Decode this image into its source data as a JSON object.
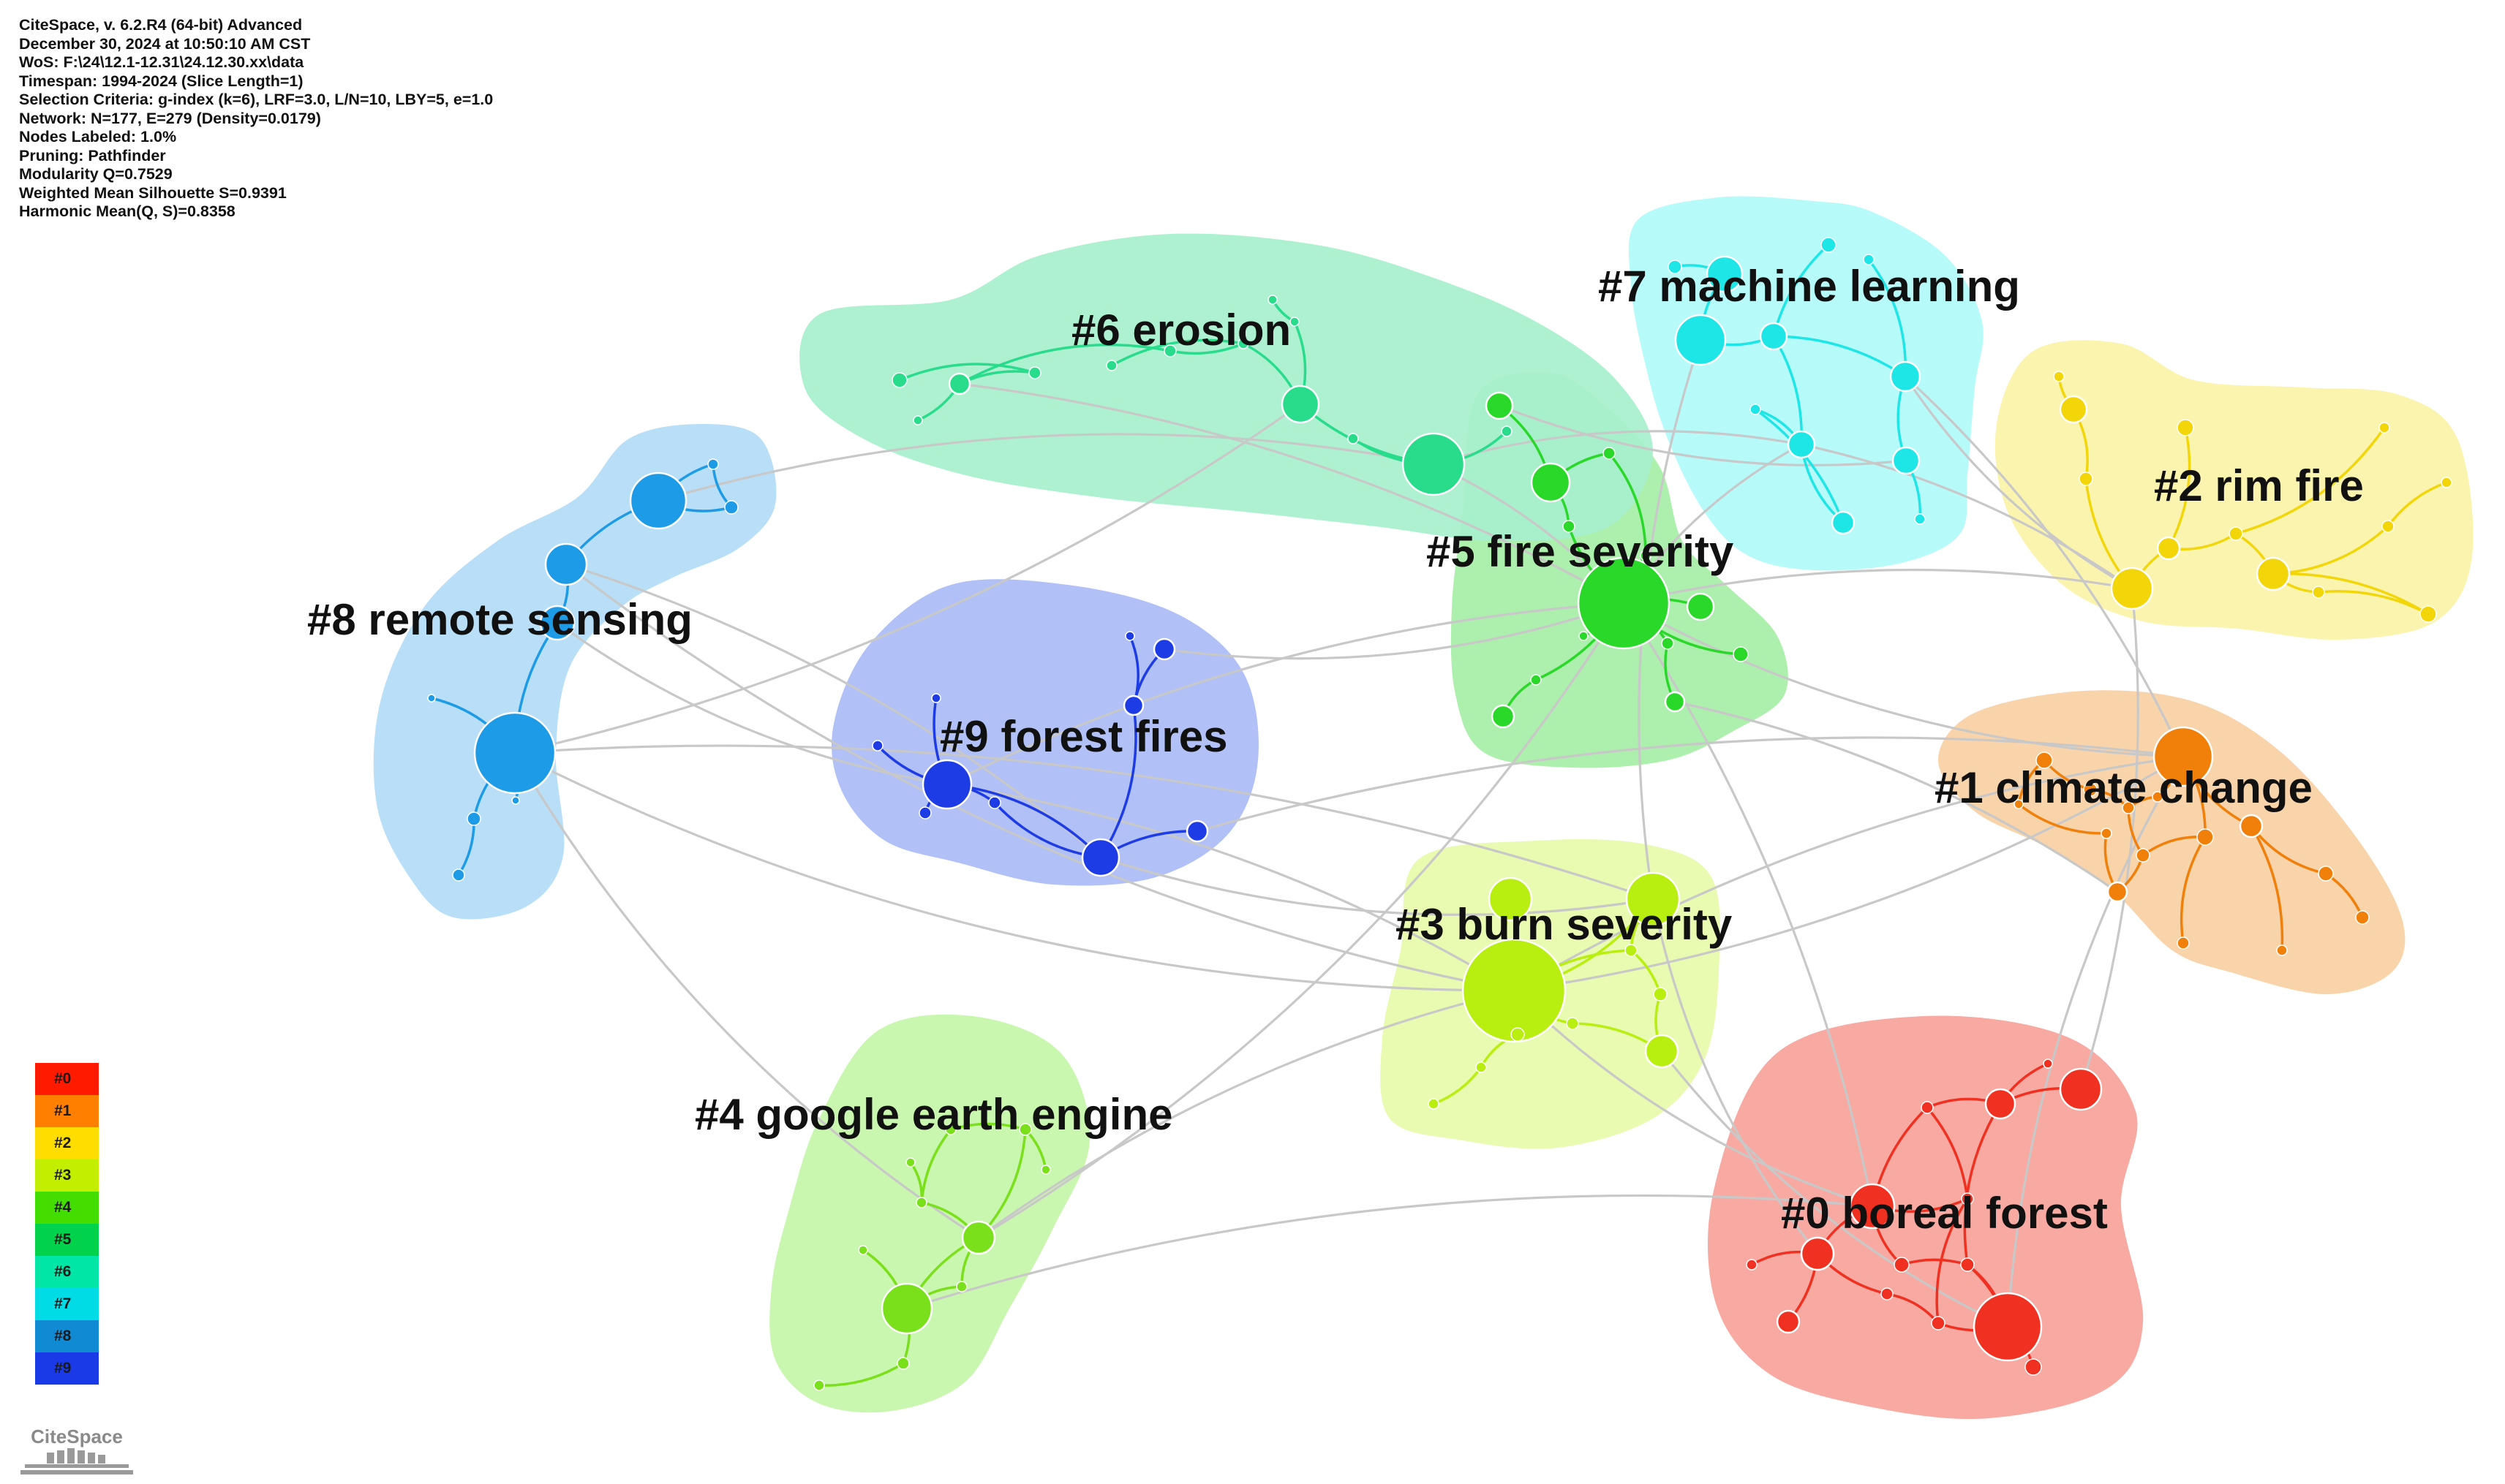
{
  "info_lines": [
    "CiteSpace, v. 6.2.R4 (64-bit) Advanced",
    "December 30, 2024 at 10:50:10 AM CST",
    "WoS: F:\\24\\12.1-12.31\\24.12.30.xx\\data",
    "Timespan: 1994-2024 (Slice Length=1)",
    "Selection Criteria: g-index (k=6), LRF=3.0, L/N=10, LBY=5, e=1.0",
    "Network: N=177, E=279 (Density=0.0179)",
    "Nodes Labeled: 1.0%",
    "Pruning: Pathfinder",
    "Modularity Q=0.7529",
    "Weighted Mean Silhouette S=0.9391",
    "Harmonic Mean(Q, S)=0.8358"
  ],
  "clusters": [
    {
      "id": "#0",
      "label": "#0 boreal forest",
      "color": "#f03020",
      "fill": "#f7a29a"
    },
    {
      "id": "#1",
      "label": "#1 climate change",
      "color": "#f0800a",
      "fill": "#f9cfa3"
    },
    {
      "id": "#2",
      "label": "#2 rim fire",
      "color": "#f2d60a",
      "fill": "#fbf3a8"
    },
    {
      "id": "#3",
      "label": "#3 burn severity",
      "color": "#b8ee10",
      "fill": "#e6fbaa"
    },
    {
      "id": "#4",
      "label": "#4 google earth engine",
      "color": "#7be01c",
      "fill": "#c6f6a8"
    },
    {
      "id": "#5",
      "label": "#5 fire severity",
      "color": "#2ad82a",
      "fill": "#a6eea6"
    },
    {
      "id": "#6",
      "label": "#6 erosion",
      "color": "#28dc8c",
      "fill": "#a7f0cd"
    },
    {
      "id": "#7",
      "label": "#7 machine learning",
      "color": "#1ee6e6",
      "fill": "#b0fafa"
    },
    {
      "id": "#8",
      "label": "#8 remote sensing",
      "color": "#1e9be6",
      "fill": "#b2dcf6"
    },
    {
      "id": "#9",
      "label": "#9 forest fires",
      "color": "#1e3ce6",
      "fill": "#aabbf5"
    }
  ],
  "legend_items": [
    "#0",
    "#1",
    "#2",
    "#3",
    "#4",
    "#5",
    "#6",
    "#7",
    "#8",
    "#9"
  ],
  "legend_colors": [
    "#ff1a00",
    "#ff7f00",
    "#ffdd00",
    "#c4ee00",
    "#44dd00",
    "#00d24c",
    "#00e6a6",
    "#00dce6",
    "#118ad4",
    "#1a3ae8"
  ],
  "logo_text": "CiteSpace",
  "network": {
    "nodes": 177,
    "edges": 279,
    "density": 0.0179
  }
}
